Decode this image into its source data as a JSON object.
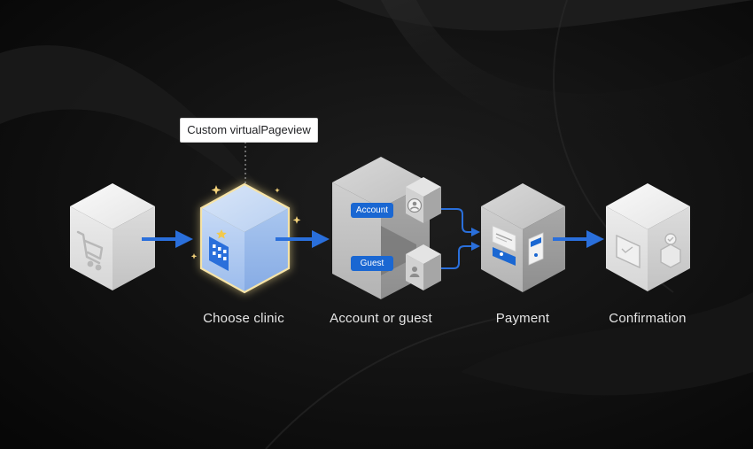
{
  "callout": {
    "text": "Custom virtualPageview"
  },
  "steps": [
    {
      "icon": "shopping-cart-icon",
      "label": ""
    },
    {
      "icon": "hospital-building-icon",
      "label": "Choose clinic"
    },
    {
      "icon": "user-icon",
      "label": "Account or guest"
    },
    {
      "icon": "credit-card-icon",
      "label": "Payment"
    },
    {
      "icon": "checkmark-box-icon",
      "label": "Confirmation"
    }
  ],
  "account_options": {
    "account": "Account",
    "guest": "Guest"
  },
  "colors": {
    "background": "#0c0c0c",
    "arrow": "#2a6fdb",
    "chip": "#1a67d2",
    "highlight_glow": "#f6e3a6",
    "highlight_fill": "#bcd3f3",
    "label": "#e6e6e6"
  }
}
